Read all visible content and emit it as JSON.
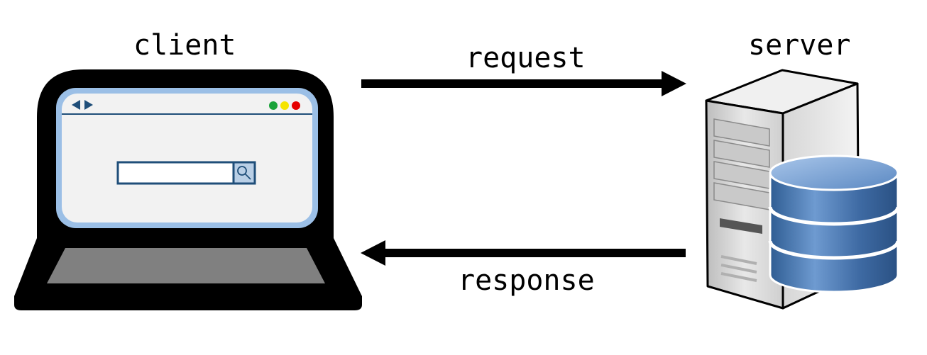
{
  "labels": {
    "client": "client",
    "server": "server",
    "request": "request",
    "response": "response"
  },
  "colors": {
    "laptop_body": "#000000",
    "screen_frame": "#9bbfe6",
    "screen_bg": "#f2f2f2",
    "window_line": "#1f4e79",
    "keyboard": "#808080",
    "dot_green": "#1aa33a",
    "dot_yellow": "#f5e400",
    "dot_red": "#e60000",
    "search_box_border": "#1f4e79",
    "search_button": "#b9cfe6",
    "arrow": "#000000",
    "server_case": "#e6e6e6",
    "database": "#4a78b0"
  },
  "icons": {
    "laptop": "laptop-icon",
    "server": "server-tower-icon",
    "database": "database-cylinder-icon",
    "search": "magnifier-icon",
    "nav": "back-forward-arrows-icon"
  }
}
